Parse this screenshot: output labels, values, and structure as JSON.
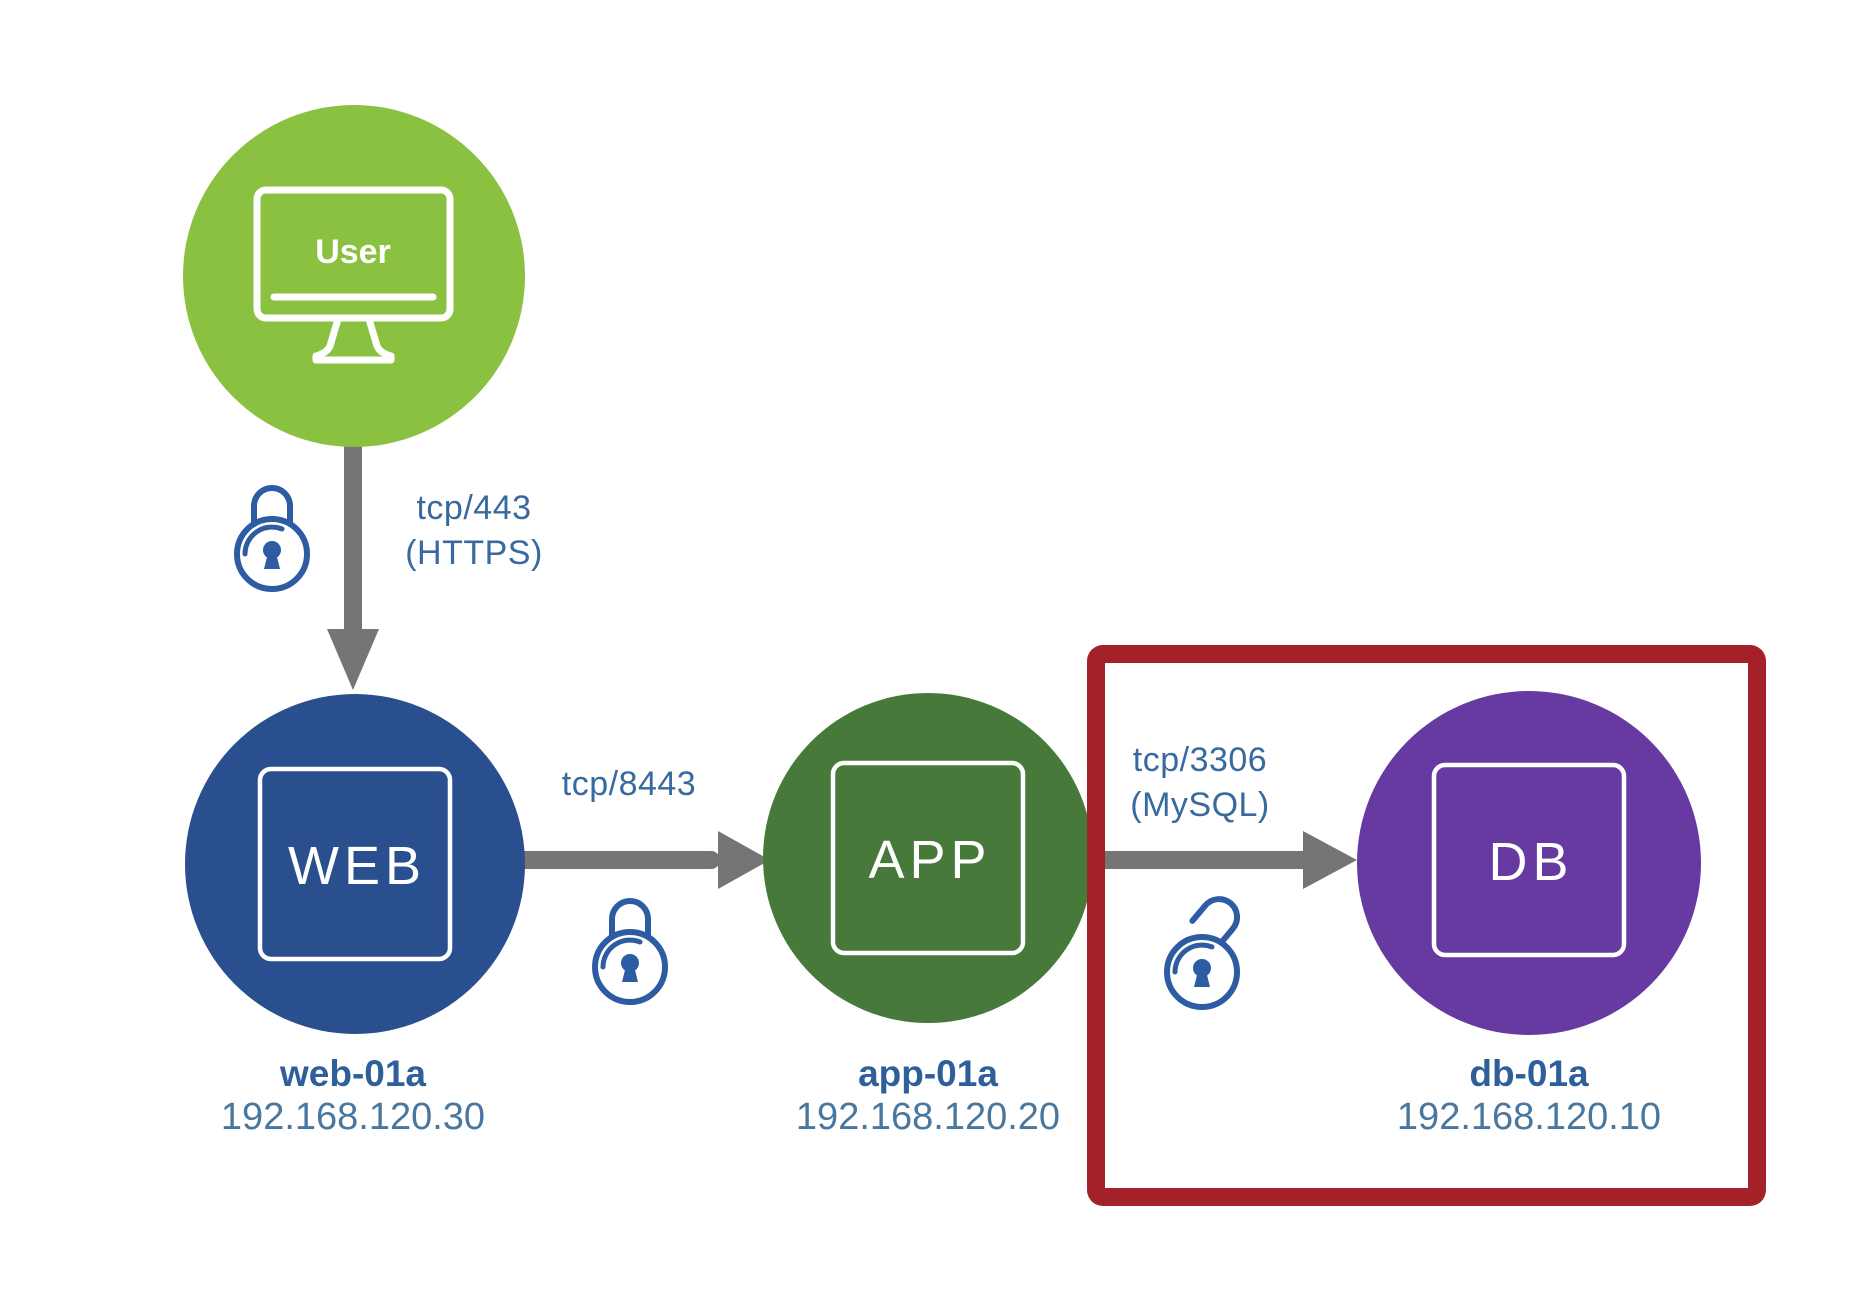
{
  "nodes": {
    "user": {
      "label": "User",
      "color": "#8bc141",
      "icon": "monitor-icon"
    },
    "web": {
      "label": "WEB",
      "hostname": "web-01a",
      "ip": "192.168.120.30",
      "color": "#2a4f8e"
    },
    "app": {
      "label": "APP",
      "hostname": "app-01a",
      "ip": "192.168.120.20",
      "color": "#47793a"
    },
    "db": {
      "label": "DB",
      "hostname": "db-01a",
      "ip": "192.168.120.10",
      "color": "#673aa1"
    }
  },
  "connections": {
    "user_web": {
      "port": "tcp/443",
      "protocol": "(HTTPS)",
      "lock_icon": "closed-lock-icon"
    },
    "web_app": {
      "port": "tcp/8443",
      "protocol": "",
      "lock_icon": "closed-lock-icon"
    },
    "app_db": {
      "port": "tcp/3306",
      "protocol": "(MySQL)",
      "lock_icon": "open-lock-icon"
    }
  },
  "highlight": {
    "target": "db",
    "color": "#a32127"
  },
  "colors": {
    "background": "#ffffff",
    "arrow": "#757575",
    "lock_stroke": "#2d5ca3",
    "port_text": "#38699f",
    "hostname_text": "#2e5f9b",
    "ip_text": "#49779e",
    "node_icon_stroke": "#ffffff"
  }
}
